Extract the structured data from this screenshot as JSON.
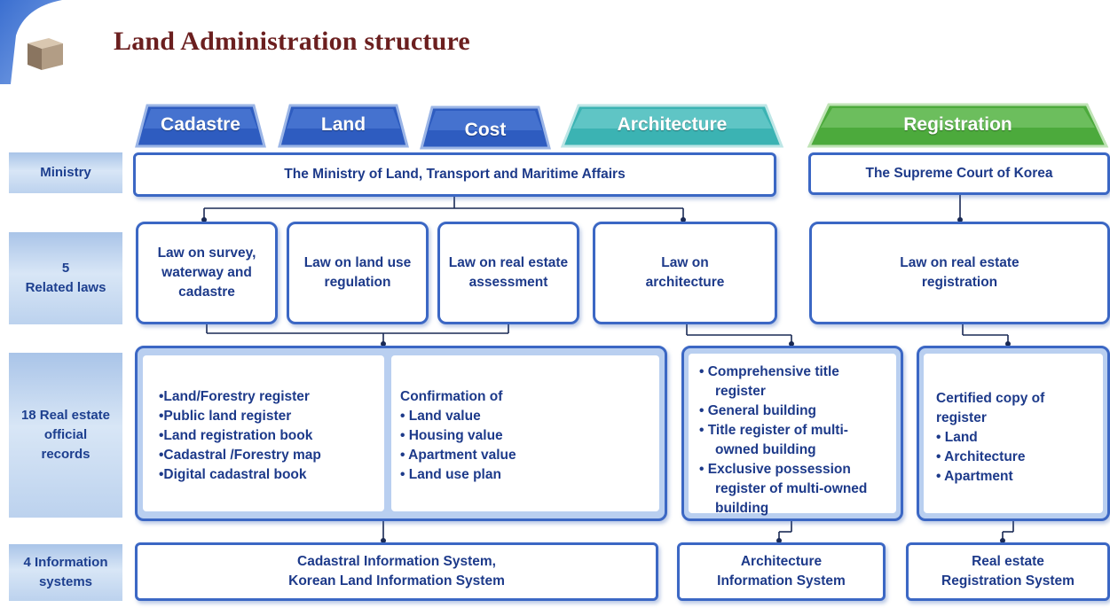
{
  "title": "Land Administration structure",
  "tabs": [
    "Cadastre",
    "Land",
    "Cost",
    "Architecture",
    "Registration"
  ],
  "row_labels": {
    "ministry": "Ministry",
    "laws": [
      "5",
      "Related laws"
    ],
    "records": [
      "18 Real estate",
      "official",
      "records"
    ],
    "systems": [
      "4 Information",
      "systems"
    ]
  },
  "ministry": {
    "mltm": "The Ministry of Land, Transport and Maritime Affairs",
    "court": "The Supreme Court of Korea"
  },
  "laws": {
    "survey": [
      "Law on survey,",
      "waterway and",
      "cadastre"
    ],
    "land_use": [
      "Law on land use",
      "regulation"
    ],
    "assessment": [
      "Law on real estate",
      "assessment"
    ],
    "architecture": [
      "Law on",
      "architecture"
    ],
    "registration": [
      "Law on real estate",
      "registration"
    ]
  },
  "records": {
    "cadastre_list": [
      "•Land/Forestry register",
      "•Public land register",
      "•Land registration book",
      "•Cadastral /Forestry map",
      "•Digital cadastral book"
    ],
    "confirmation_title": "Confirmation of",
    "confirmation_list": [
      "•  Land value",
      "• Housing value",
      "• Apartment value",
      "• Land use plan"
    ],
    "architecture_list": [
      "•  Comprehensive title",
      "register",
      "• General building",
      "• Title register of multi-",
      "owned building",
      "• Exclusive possession",
      "register of multi-owned",
      "building"
    ],
    "registration_title": [
      "Certified copy of",
      "register"
    ],
    "registration_list": [
      "•  Land",
      "• Architecture",
      "• Apartment"
    ]
  },
  "systems": {
    "cadastral": [
      "Cadastral Information System,",
      "Korean Land Information System"
    ],
    "architecture": [
      "Architecture",
      "Information System"
    ],
    "registration": [
      "Real estate",
      "Registration System"
    ]
  },
  "colors": {
    "title": "#6b1f1f",
    "border": "#3b67c4",
    "text": "#1d3a8a",
    "tab_blue": "#2e5cc0",
    "tab_teal": "#3bb3b3",
    "tab_green": "#4caa3c"
  },
  "icons": [
    "cube-icon",
    "corner-decoration"
  ]
}
